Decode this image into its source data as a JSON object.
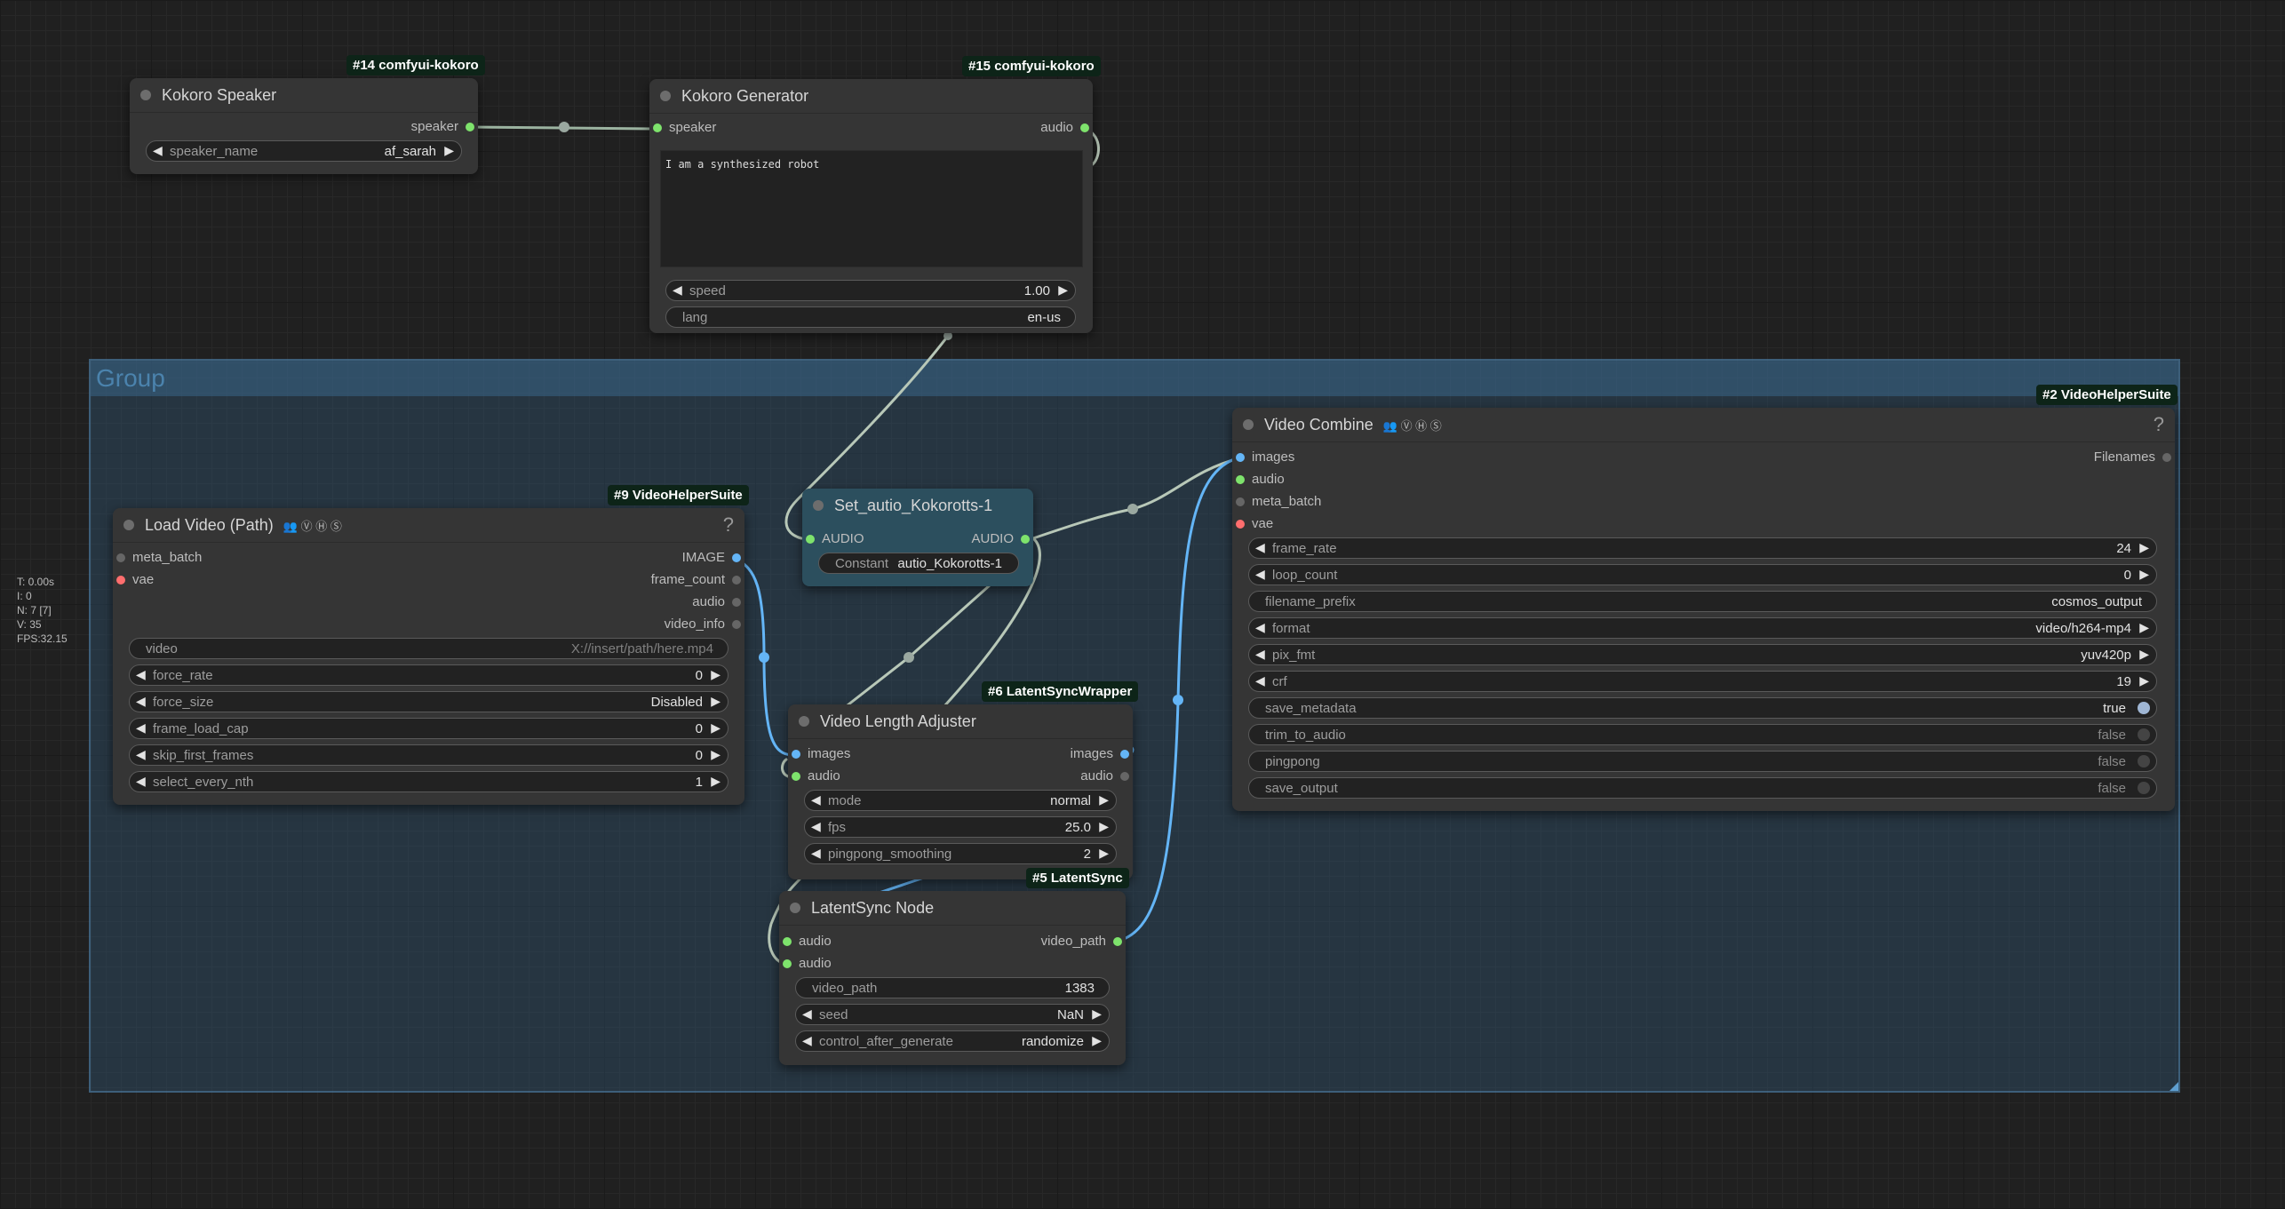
{
  "colors": {
    "image_slot": "#64b5f6",
    "audio_slot": "#7ee36c",
    "vae_slot": "#ff6e6e",
    "meta_slot": "#666666",
    "group_fill": "#335a79",
    "badge_bg": "#0d2418"
  },
  "stats": [
    "T: 0.00s",
    "I: 0",
    "N: 7 [7]",
    "V: 35",
    "FPS:32.15"
  ],
  "group": {
    "title": "Group"
  },
  "nodes": {
    "kokoro_speaker": {
      "badge": "#14 comfyui-kokoro",
      "title": "Kokoro Speaker",
      "output": "speaker",
      "widget": {
        "label": "speaker_name",
        "value": "af_sarah"
      }
    },
    "kokoro_generator": {
      "badge": "#15 comfyui-kokoro",
      "title": "Kokoro Generator",
      "input": "speaker",
      "output": "audio",
      "text": "I am a synthesized robot",
      "speed": {
        "label": "speed",
        "value": "1.00"
      },
      "lang": {
        "label": "lang",
        "value": "en-us"
      }
    },
    "set_audio": {
      "title": "Set_autio_Kokorotts-1",
      "input": "AUDIO",
      "output": "AUDIO",
      "constant": {
        "label": "Constant",
        "value": "autio_Kokorotts-1"
      }
    },
    "load_video": {
      "badge": "#9 VideoHelperSuite",
      "title": "Load Video (Path)",
      "icons": "👥 Ⓥ Ⓗ Ⓢ",
      "help": "?",
      "inputs": [
        "meta_batch",
        "vae"
      ],
      "outputs": [
        "IMAGE",
        "frame_count",
        "audio",
        "video_info"
      ],
      "video": {
        "label": "video",
        "placeholder": "X://insert/path/here.mp4"
      },
      "widgets": [
        {
          "label": "force_rate",
          "value": "0"
        },
        {
          "label": "force_size",
          "value": "Disabled"
        },
        {
          "label": "frame_load_cap",
          "value": "0"
        },
        {
          "label": "skip_first_frames",
          "value": "0"
        },
        {
          "label": "select_every_nth",
          "value": "1"
        }
      ]
    },
    "video_length_adjuster": {
      "badge": "#6 LatentSyncWrapper",
      "title": "Video Length Adjuster",
      "inputs": [
        "images",
        "audio"
      ],
      "outputs": [
        "images",
        "audio"
      ],
      "widgets": [
        {
          "label": "mode",
          "value": "normal"
        },
        {
          "label": "fps",
          "value": "25.0"
        },
        {
          "label": "pingpong_smoothing",
          "value": "2"
        }
      ]
    },
    "latentsync": {
      "badge": "#5 LatentSync",
      "title": "LatentSync Node",
      "inputs": [
        "audio",
        "audio"
      ],
      "output": "video_path",
      "video_path": {
        "label": "video_path",
        "value": "1383"
      },
      "seed": {
        "label": "seed",
        "value": "NaN"
      },
      "control": {
        "label": "control_after_generate",
        "value": "randomize"
      }
    },
    "video_combine": {
      "badge": "#2 VideoHelperSuite",
      "title": "Video Combine",
      "icons": "👥 Ⓥ Ⓗ Ⓢ",
      "help": "?",
      "inputs": [
        "images",
        "audio",
        "meta_batch",
        "vae"
      ],
      "output": "Filenames",
      "frame_rate": {
        "label": "frame_rate",
        "value": "24"
      },
      "loop_count": {
        "label": "loop_count",
        "value": "0"
      },
      "filename_prefix": {
        "label": "filename_prefix",
        "value": "cosmos_output"
      },
      "format": {
        "label": "format",
        "value": "video/h264-mp4"
      },
      "pix_fmt": {
        "label": "pix_fmt",
        "value": "yuv420p"
      },
      "crf": {
        "label": "crf",
        "value": "19"
      },
      "save_metadata": {
        "label": "save_metadata",
        "value": "true"
      },
      "trim_to_audio": {
        "label": "trim_to_audio",
        "value": "false"
      },
      "pingpong": {
        "label": "pingpong",
        "value": "false"
      },
      "save_output": {
        "label": "save_output",
        "value": "false"
      }
    }
  }
}
